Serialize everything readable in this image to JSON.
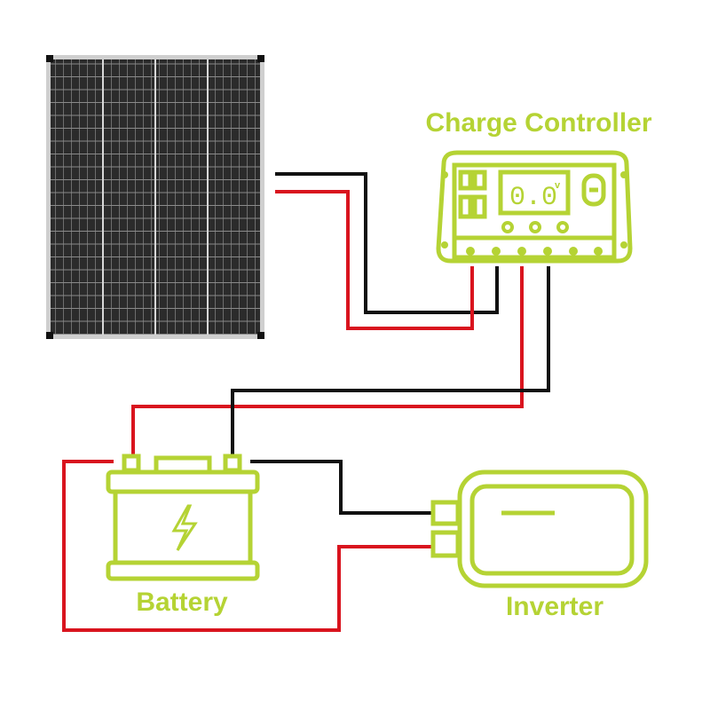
{
  "labels": {
    "controller": "Charge Controller",
    "battery": "Battery",
    "inverter": "Inverter",
    "display_reading": "0.0",
    "display_unit": "V"
  },
  "colors": {
    "accent": "#b5d334",
    "positive_wire": "#d9141e",
    "negative_wire": "#111111",
    "panel": "#2a2a2a"
  }
}
